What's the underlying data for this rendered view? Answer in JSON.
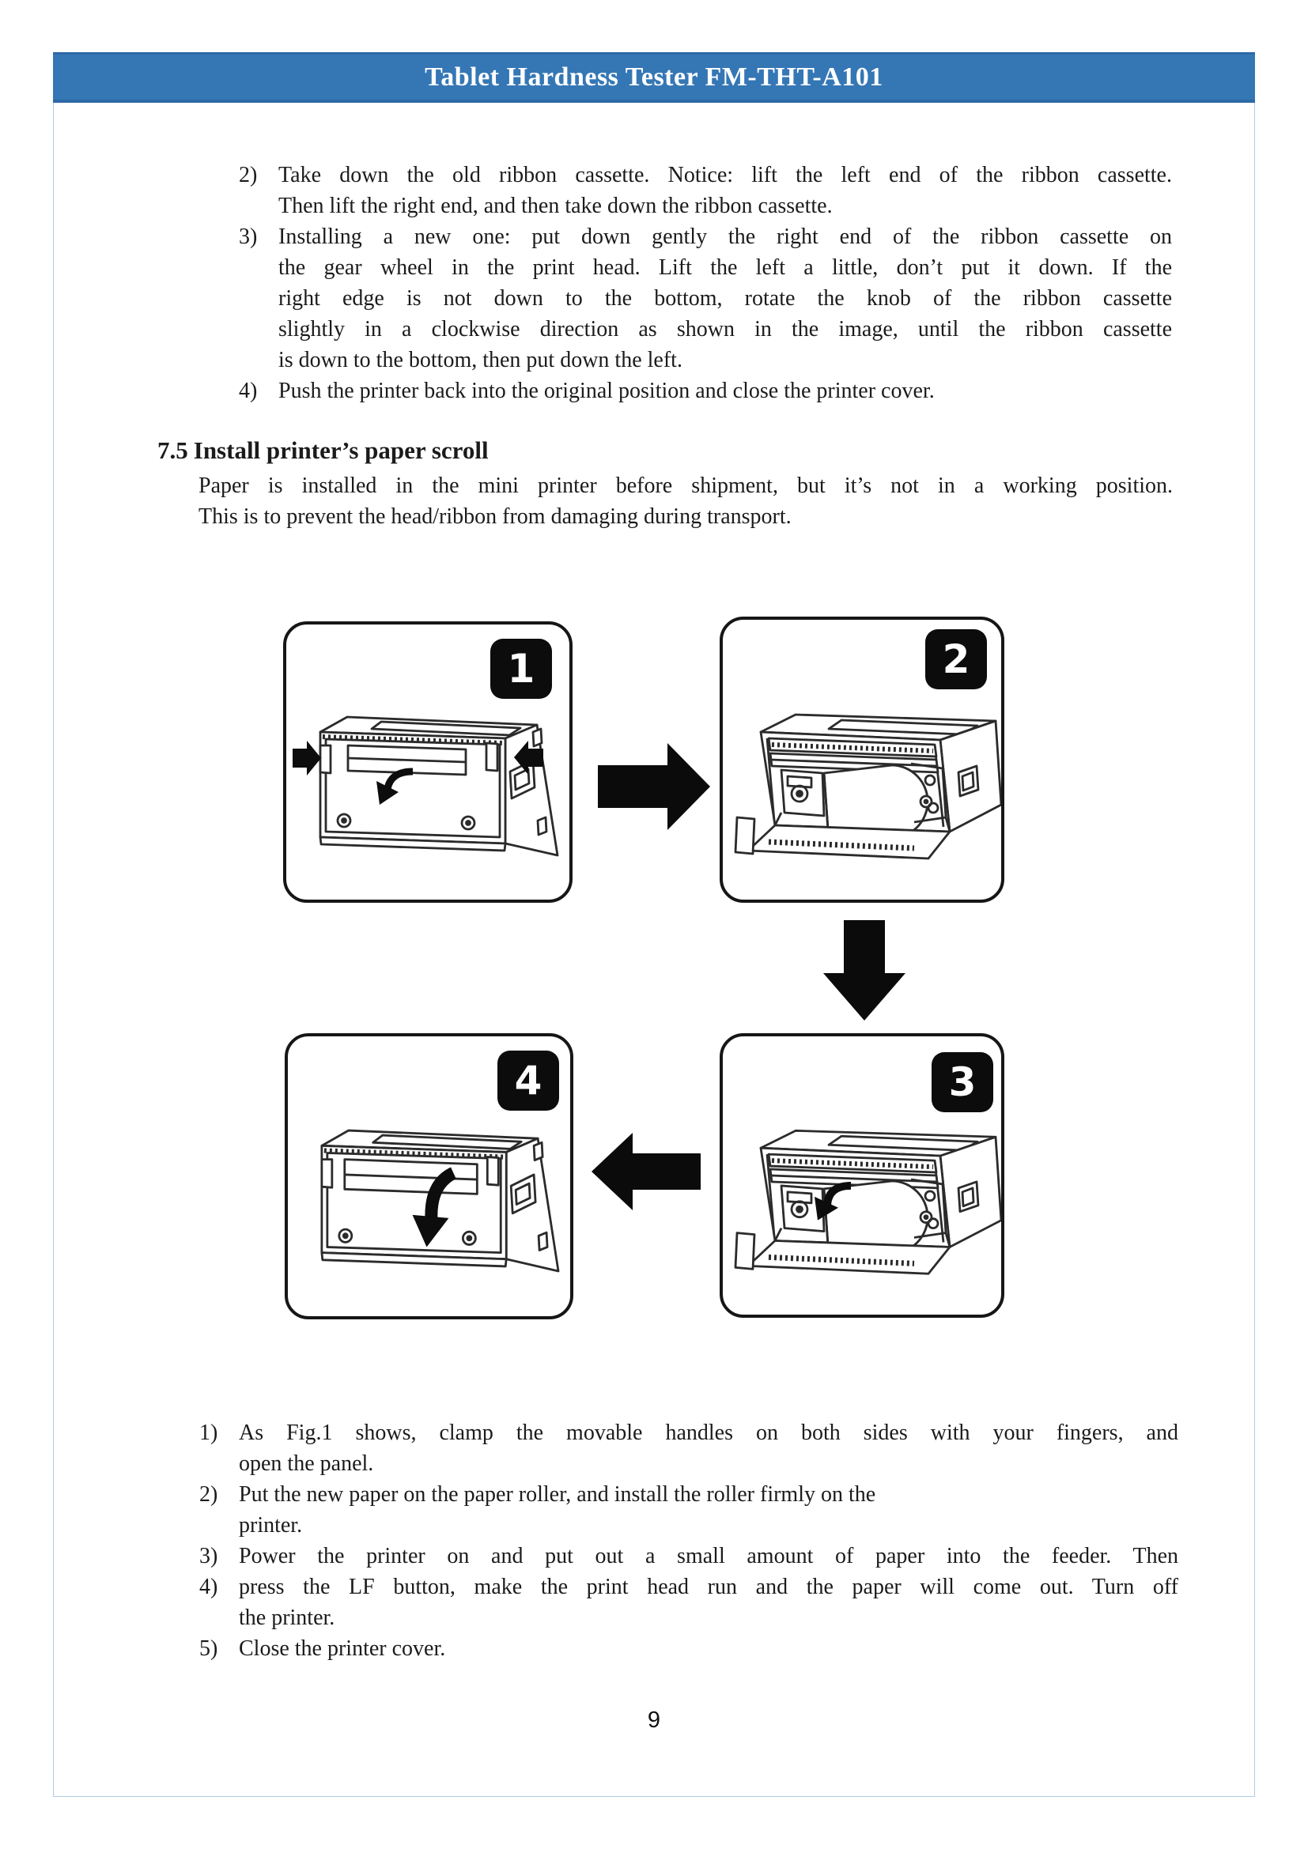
{
  "header": {
    "title": "Tablet Hardness Tester FM-THT-A101"
  },
  "top_list": {
    "items": [
      {
        "num": "2)",
        "lines": [
          "Take down the old ribbon cassette. Notice: lift the left end of the ribbon cassette.",
          "Then lift the right end, and then take down the ribbon cassette."
        ]
      },
      {
        "num": "3)",
        "lines": [
          "Installing a new one: put down gently the right end of the ribbon cassette on",
          "the gear wheel in the print head. Lift the left a little, don’t put it down. If the",
          "right edge is not down to the bottom, rotate the knob of the ribbon cassette",
          "slightly in a clockwise direction as shown in the image, until the ribbon cassette",
          "is down to the bottom, then put down the left."
        ]
      },
      {
        "num": "4)",
        "lines": [
          "Push the printer back into the original position and close the printer cover."
        ]
      }
    ]
  },
  "section": {
    "number": "7.5",
    "title": "Install printer’s paper scroll"
  },
  "intro": {
    "lines": [
      "Paper is installed in the mini printer before shipment, but it’s not in a working position.",
      "This is to prevent the head/ribbon from damaging during transport."
    ]
  },
  "figure": {
    "badges": [
      "1",
      "2",
      "3",
      "4"
    ]
  },
  "bottom_list": {
    "items": [
      {
        "num": "1)",
        "lines": [
          "As Fig.1 shows, clamp the movable handles on both sides with your fingers, and",
          "open the panel."
        ]
      },
      {
        "num": "2)",
        "lines": [
          "Put the new paper on the paper roller, and install the roller firmly on the",
          "printer."
        ]
      },
      {
        "num": "3)",
        "lines": [
          "Power the printer on and put out a small amount of paper into the feeder. Then"
        ]
      },
      {
        "num": "4)",
        "lines": [
          "press the LF button, make the print head run and the paper will come out. Turn off",
          "the printer."
        ]
      },
      {
        "num": "5)",
        "lines": [
          "Close the printer cover."
        ]
      }
    ]
  },
  "footer": {
    "page_number": "9"
  },
  "colors": {
    "header_blue": "#3577b5",
    "frame_border": "#adcbe6",
    "text": "#1b1b1b",
    "line_art": "#2b2b2b"
  }
}
